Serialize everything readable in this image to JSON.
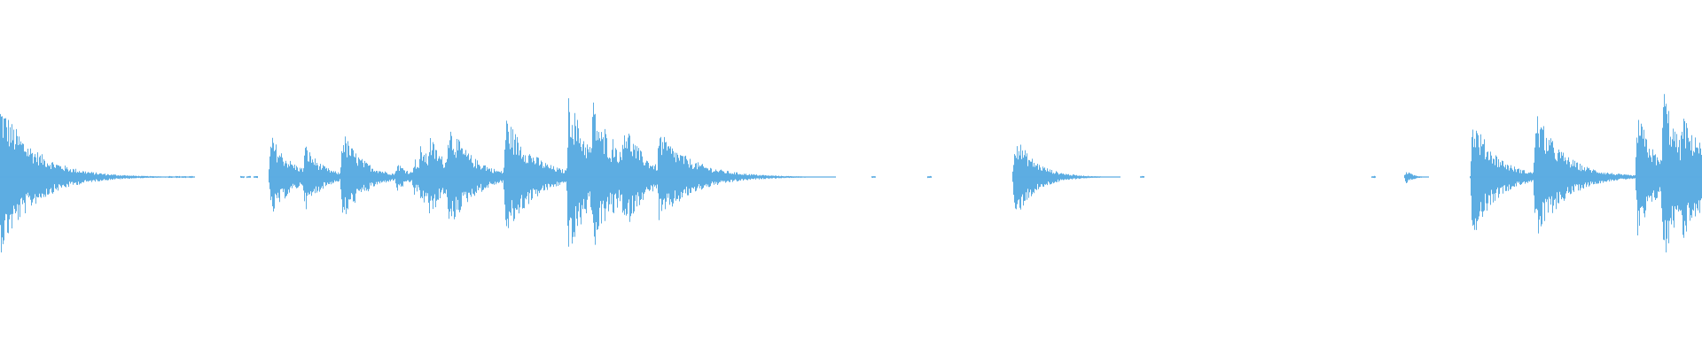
{
  "waveform": {
    "color": "#5dade2",
    "background": "#ffffff",
    "bursts": [
      {
        "t": 0.0,
        "amp": 0.45,
        "decay": 0.02
      },
      {
        "t": 0.159,
        "amp": 0.25,
        "decay": 0.012
      },
      {
        "t": 0.179,
        "amp": 0.2,
        "decay": 0.01
      },
      {
        "t": 0.201,
        "amp": 0.28,
        "decay": 0.012
      },
      {
        "t": 0.216,
        "amp": 0.09,
        "decay": 0.006
      },
      {
        "t": 0.233,
        "amp": 0.09,
        "decay": 0.008
      },
      {
        "t": 0.243,
        "amp": 0.12,
        "decay": 0.006
      },
      {
        "t": 0.247,
        "amp": 0.2,
        "decay": 0.008
      },
      {
        "t": 0.252,
        "amp": 0.26,
        "decay": 0.01
      },
      {
        "t": 0.263,
        "amp": 0.34,
        "decay": 0.014
      },
      {
        "t": 0.283,
        "amp": 0.1,
        "decay": 0.008
      },
      {
        "t": 0.297,
        "amp": 0.37,
        "decay": 0.016
      },
      {
        "t": 0.316,
        "amp": 0.12,
        "decay": 0.006
      },
      {
        "t": 0.334,
        "amp": 0.52,
        "decay": 0.012
      },
      {
        "t": 0.348,
        "amp": 0.47,
        "decay": 0.01
      },
      {
        "t": 0.355,
        "amp": 0.3,
        "decay": 0.008
      },
      {
        "t": 0.36,
        "amp": 0.25,
        "decay": 0.008
      },
      {
        "t": 0.366,
        "amp": 0.36,
        "decay": 0.012
      },
      {
        "t": 0.387,
        "amp": 0.27,
        "decay": 0.02
      },
      {
        "t": 0.596,
        "amp": 0.26,
        "decay": 0.012
      },
      {
        "t": 0.826,
        "amp": 0.04,
        "decay": 0.004
      },
      {
        "t": 0.865,
        "amp": 0.36,
        "decay": 0.014
      },
      {
        "t": 0.886,
        "amp": 0.06,
        "decay": 0.005
      },
      {
        "t": 0.902,
        "amp": 0.4,
        "decay": 0.016
      },
      {
        "t": 0.922,
        "amp": 0.1,
        "decay": 0.006
      },
      {
        "t": 0.962,
        "amp": 0.4,
        "decay": 0.01
      },
      {
        "t": 0.977,
        "amp": 0.56,
        "decay": 0.01
      },
      {
        "t": 0.988,
        "amp": 0.4,
        "decay": 0.012
      },
      {
        "t": 0.995,
        "amp": 0.3,
        "decay": 0.01
      }
    ],
    "blips": [
      0.1,
      0.104,
      0.108,
      0.112,
      0.142,
      0.146,
      0.15,
      0.447,
      0.513,
      0.546,
      0.634,
      0.638,
      0.671,
      0.807,
      0.95
    ]
  }
}
